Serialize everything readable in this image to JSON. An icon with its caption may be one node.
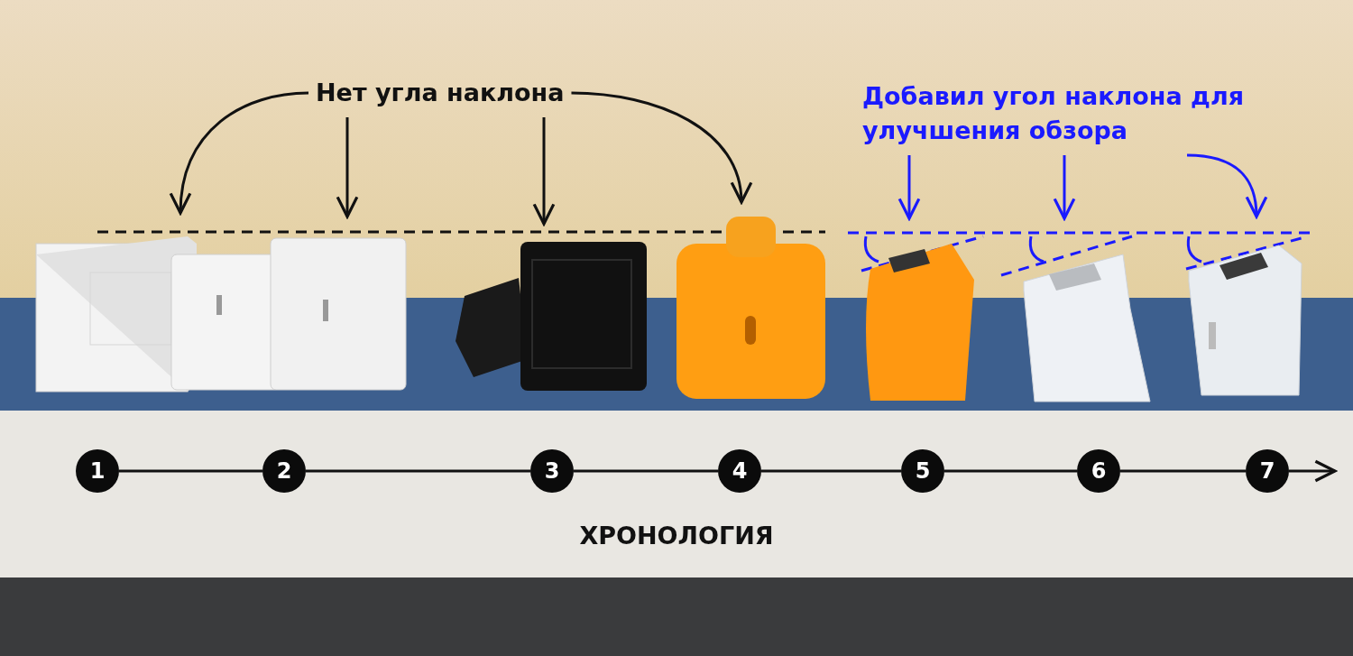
{
  "diagram": {
    "nodes": [
      {
        "text": [
          "Нет угла наклона"
        ]
      },
      {
        "text": [
          "Добавил угол наклона для улучшения обзора"
        ]
      },
      {
        "text": [],
        "shape": "picture"
      },
      {
        "text": [],
        "shape": "picture"
      },
      {
        "text": [],
        "shape": "picture"
      },
      {
        "text": [],
        "shape": "picture"
      },
      {
        "text": [],
        "shape": "picture"
      },
      {
        "text": [],
        "shape": "picture"
      },
      {
        "text": [],
        "shape": "picture"
      },
      {
        "text": [
          "1"
        ]
      },
      {
        "text": [
          "2"
        ]
      },
      {
        "text": [
          "3"
        ]
      },
      {
        "text": [
          "4"
        ]
      },
      {
        "text": [
          "5"
        ]
      },
      {
        "text": [
          "6"
        ]
      },
      {
        "text": [
          "7"
        ]
      }
    ],
    "edges": [
      {
        "from": 0,
        "to": 2,
        "arrow": "to"
      },
      {
        "from": 0,
        "to": 3,
        "arrow": "to"
      },
      {
        "from": 0,
        "to": 4,
        "arrow": "to"
      },
      {
        "from": 0,
        "to": 5,
        "arrow": "to"
      },
      {
        "from": 1,
        "to": 6,
        "arrow": "to",
        "color": "#1a1aff"
      },
      {
        "from": 1,
        "to": 7,
        "arrow": "to",
        "color": "#1a1aff"
      },
      {
        "from": 1,
        "to": 8,
        "arrow": "to",
        "color": "#1a1aff"
      },
      {
        "from": 9,
        "to": 10,
        "arrow": "none"
      },
      {
        "from": 10,
        "to": 11,
        "arrow": "none"
      },
      {
        "from": 11,
        "to": 12,
        "arrow": "none"
      },
      {
        "from": 12,
        "to": 13,
        "arrow": "none"
      },
      {
        "from": 13,
        "to": 14,
        "arrow": "none"
      },
      {
        "from": 14,
        "to": 15,
        "arrow": "none"
      },
      {
        "from": 15,
        "to": null,
        "arrow": "to"
      }
    ],
    "labels": [
      "ХРОНОЛОГИЯ"
    ]
  }
}
